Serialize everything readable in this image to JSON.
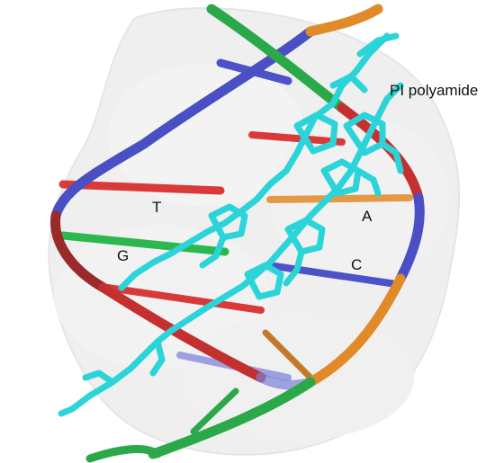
{
  "labels": {
    "polyamide": "PI polyamide",
    "base_t": "T",
    "base_a": "A",
    "base_g": "G",
    "base_c": "C"
  },
  "colors": {
    "surface": "#e6e6e6",
    "surface_edge": "#cfcfcf",
    "backbone_orange": "#e08a2a",
    "backbone_blue": "#4a4fc4",
    "backbone_green": "#2aa84a",
    "backbone_red": "#c43030",
    "base_red": "#d83a3a",
    "base_green": "#2db84f",
    "base_orange": "#e39a45",
    "base_blue": "#4d52c8",
    "ligand": "#2ad4d8"
  }
}
